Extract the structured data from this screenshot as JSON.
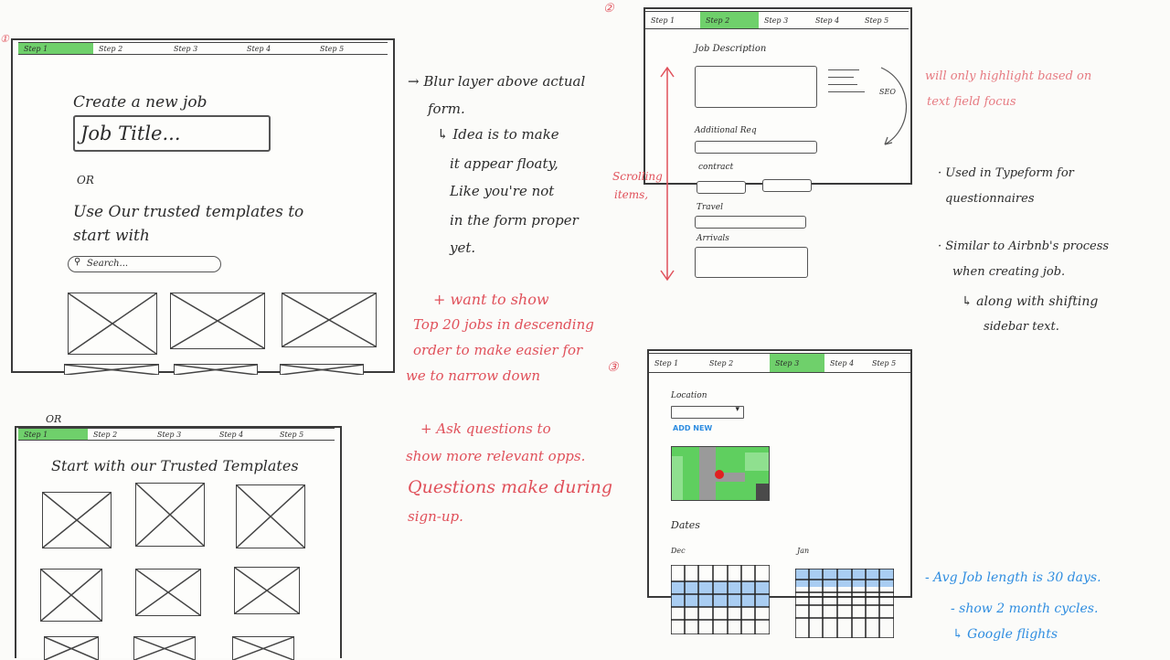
{
  "sketch1": {
    "marker": "①",
    "steps": [
      "Step 1",
      "Step 2",
      "Step 3",
      "Step 4",
      "Step 5"
    ],
    "heading": "Create a new job",
    "job_title_placeholder": "Job Title...",
    "or": "OR",
    "templates_line1": "Use Our trusted templates to",
    "templates_line2": "start with",
    "search_placeholder": "Search..."
  },
  "sketch2": {
    "marker": "②",
    "steps": [
      "Step 1",
      "Step 2",
      "Step 3",
      "Step 4",
      "Step 5"
    ],
    "job_description": "Job Description",
    "additional_req": "Additional Req",
    "contract": "contract",
    "travel": "Travel",
    "arrivals": "Arrivals",
    "char_hint": "SEO"
  },
  "sketch3": {
    "marker": "③",
    "steps": [
      "Step 1",
      "Step 2",
      "Step 3",
      "Step 4",
      "Step 5"
    ],
    "location": "Location",
    "add_new": "ADD NEW",
    "dates": "Dates",
    "month1": "Dec",
    "month2": "Jan"
  },
  "sketch4": {
    "or": "OR",
    "steps": [
      "Step 1",
      "Step 2",
      "Step 3",
      "Step 4",
      "Step 5"
    ],
    "heading": "Start with our Trusted Templates"
  },
  "notes": {
    "blur_1": "→ Blur layer above actual",
    "blur_2": "form.",
    "idea_1": "↳ Idea is to make",
    "idea_2": "it appear floaty,",
    "idea_3": "Like you're not",
    "idea_4": "in the form proper",
    "idea_5": "yet.",
    "top20_1": "+ want to show",
    "top20_2": "Top 20 jobs in descending",
    "top20_3": "order to make easier for",
    "top20_4": "we to narrow down",
    "ask_1": "+ Ask questions to",
    "ask_2": "show more relevant opps.",
    "ask_3": "Questions make during",
    "ask_4": "sign-up.",
    "scrolling_1": "Scrolling",
    "scrolling_2": "items,",
    "highlight_1": "will only highlight based on",
    "highlight_2": "text field focus",
    "typeform_1": "· Used in Typeform for",
    "typeform_2": "questionnaires",
    "airbnb_1": "· Similar to Airbnb's process",
    "airbnb_2": "when creating job.",
    "airbnb_3": "↳ along with shifting",
    "airbnb_4": "sidebar text.",
    "avg_1": "- Avg Job length is 30 days.",
    "avg_2": "- show 2 month cycles.",
    "avg_3": "↳ Google flights"
  },
  "colors": {
    "active_step": "#6fd06b",
    "note_red": "#e0505a",
    "note_blue": "#2f8de0",
    "calendar_highlight": "#a9cdf2",
    "map_green": "#5fcf5f",
    "map_pin": "#e02020"
  }
}
